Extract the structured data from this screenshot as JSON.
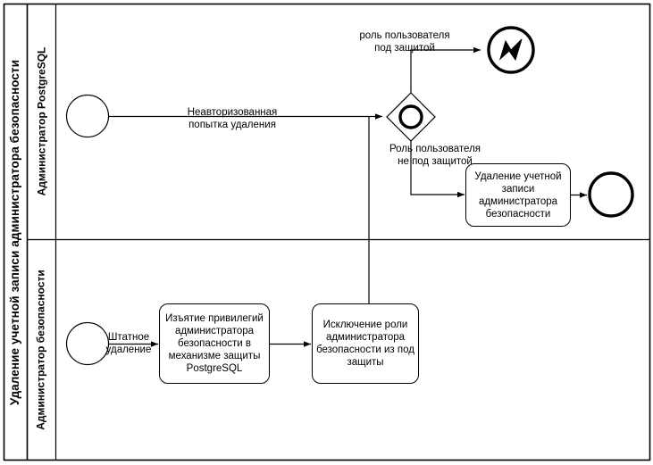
{
  "pool": {
    "title": "Удаление учетной записи администратора безопасности",
    "lanes": [
      {
        "id": "lane-postgresql",
        "label": "Администратор PostgreSQL"
      },
      {
        "id": "lane-security",
        "label": "Администратор безопасности"
      }
    ]
  },
  "nodes": {
    "start_top": {
      "type": "start-event",
      "label": ""
    },
    "gateway": {
      "type": "inclusive-gateway",
      "label": ""
    },
    "error_end": {
      "type": "error-end-event",
      "label": ""
    },
    "task_delete_account": {
      "type": "task",
      "label": "Удаление учетной записи администратора безопасности"
    },
    "end_top": {
      "type": "end-event",
      "label": ""
    },
    "start_bottom": {
      "type": "start-event",
      "label": "Штатное удаление"
    },
    "task_revoke_privileges": {
      "type": "task",
      "label": "Изъятие привилегий администратора безопасности в механизме защиты PostgreSQL"
    },
    "task_exclude_role": {
      "type": "task",
      "label": "Исключение роли администратора безопасности из под защиты"
    }
  },
  "edge_labels": {
    "unauthorized_attempt": "Неавторизованная\nпопытка удаления",
    "role_protected": "роль пользователя\nпод защитой",
    "role_not_protected": "Роль пользователя\nне под защитой",
    "routine_deletion": "Штатное\nудаление"
  },
  "colors": {
    "stroke": "#000000",
    "background": "#ffffff",
    "text": "#000000"
  }
}
